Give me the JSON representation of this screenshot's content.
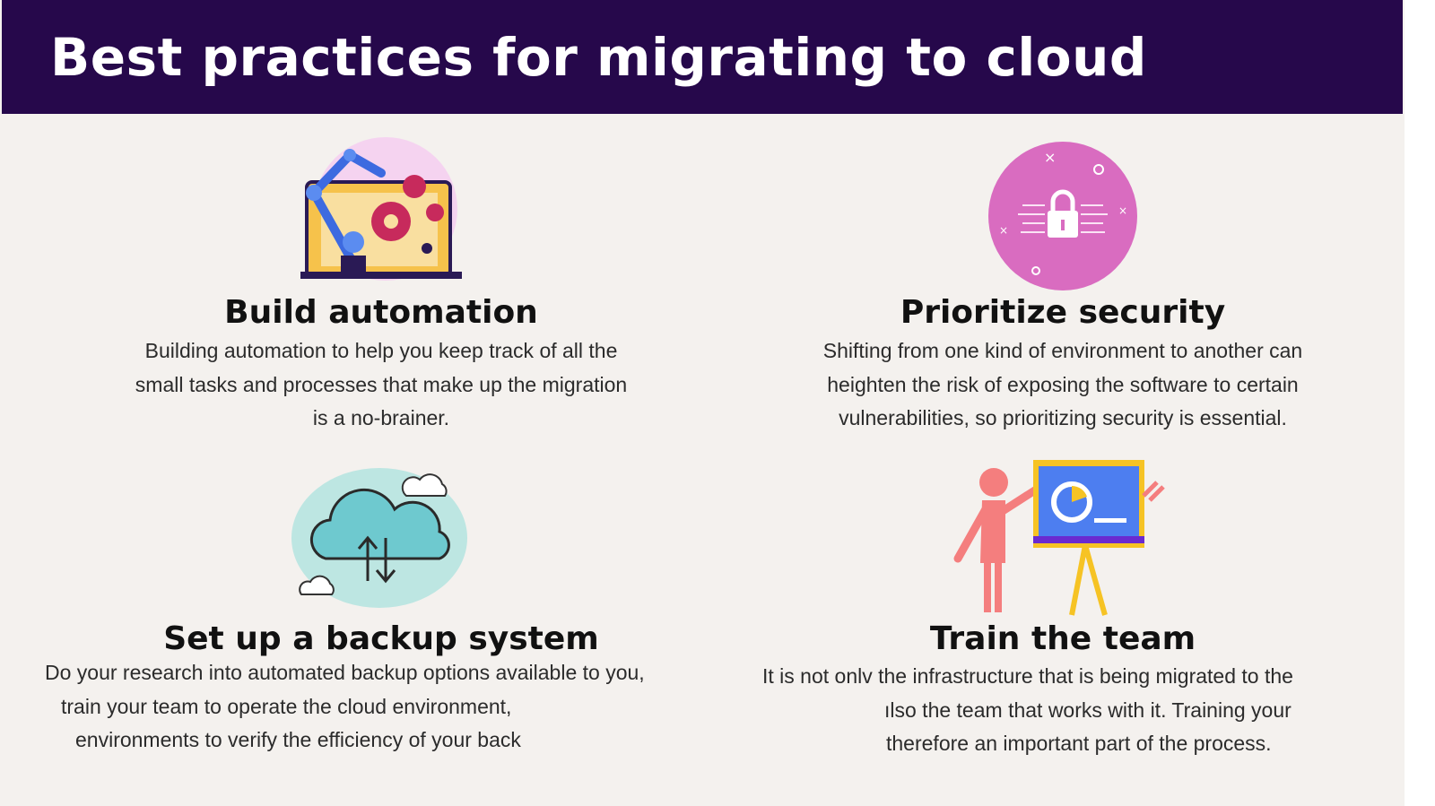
{
  "header": {
    "title": "Best practices for migrating to cloud"
  },
  "sections": [
    {
      "title": "Build automation",
      "lines": [
        "Building automation to help you keep track of all the",
        "small tasks and processes that make up the migration",
        "is a no-brainer."
      ],
      "icon": "robot-arm-automation-icon"
    },
    {
      "title": "Prioritize security",
      "lines": [
        "Shifting from one kind of environment to another can",
        "heighten the risk of exposing the software to certain",
        "vulnerabilities, so prioritizing security is essential."
      ],
      "icon": "lock-circuit-icon"
    },
    {
      "title": "Set up a backup system",
      "lines": [
        "Do your research into automated backup options available to you,",
        "train your team to operate the cloud environment,",
        "environments to verify the efficiency of your back"
      ],
      "icon": "cloud-sync-icon"
    },
    {
      "title": "Train the team",
      "lines": [
        "It is not onlv the infrastructure that is being migrated to the",
        "ılso the team that works with it. Training your",
        "therefore an important part of the process."
      ],
      "icon": "presentation-board-icon"
    }
  ],
  "colors": {
    "header": "#26084b",
    "background": "#f4f1ee"
  }
}
